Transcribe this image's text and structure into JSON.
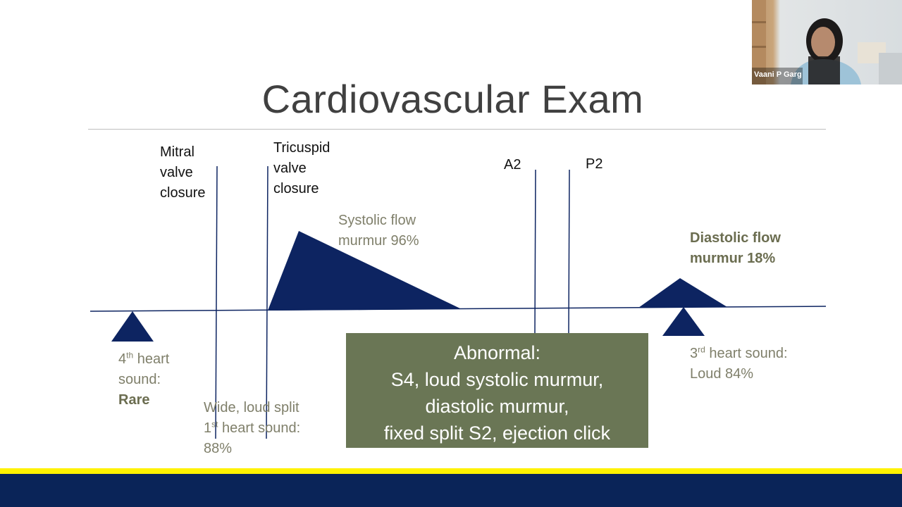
{
  "slide": {
    "title": "Cardiovascular Exam"
  },
  "labels": {
    "mitral": [
      "Mitral",
      "valve",
      "closure"
    ],
    "tricuspid": [
      "Tricuspid",
      "valve",
      "closure"
    ],
    "a2": "A2",
    "p2": "P2",
    "systolic": [
      "Systolic flow",
      "murmur 96%"
    ],
    "diastolic": [
      "Diastolic flow",
      "murmur 18%"
    ],
    "fourth": {
      "base": "4",
      "sup": "th",
      "line1_rest": " heart",
      "line2": "sound:",
      "line3": "Rare"
    },
    "third": {
      "base": "3",
      "sup": "rd",
      "line1_rest": " heart sound:",
      "line2": "Loud 84%"
    },
    "first": {
      "line1": "Wide, loud split",
      "base": "1",
      "sup": "st",
      "line2_rest": " heart sound:",
      "line3": "88%"
    }
  },
  "abnormal_box": {
    "lines": [
      "Abnormal:",
      "S4, loud systolic murmur,",
      "diastolic murmur,",
      "fixed split S2, ejection click"
    ]
  },
  "video": {
    "participant_name": "Vaani P Garg"
  },
  "colors": {
    "shape_navy": "#0d2461",
    "box_olive": "#6a7655",
    "accent_yellow": "#fff200",
    "footer_navy": "#0a2458"
  }
}
